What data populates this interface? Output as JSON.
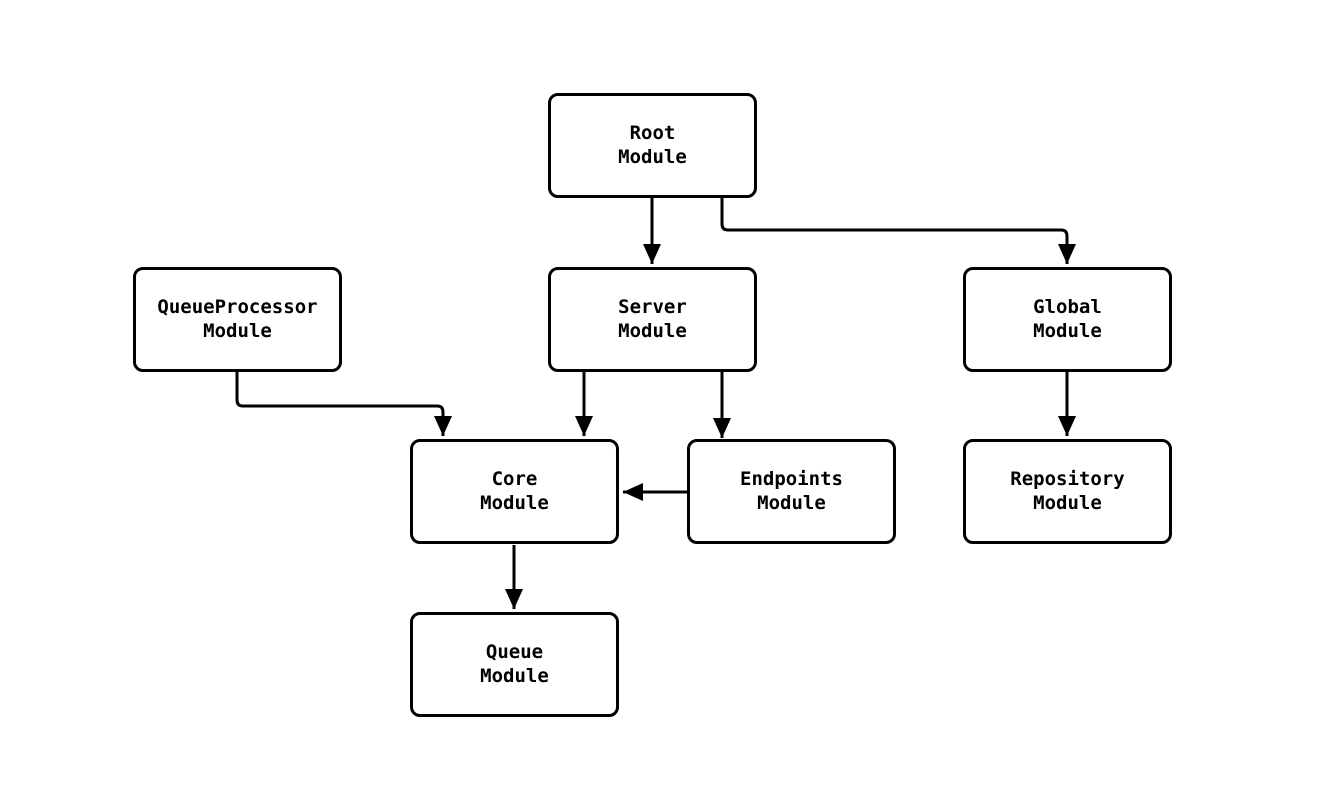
{
  "diagram": {
    "nodes": {
      "root": {
        "label": "Root\nModule"
      },
      "queueprocessor": {
        "label": "QueueProcessor\nModule"
      },
      "server": {
        "label": "Server\nModule"
      },
      "global": {
        "label": "Global\nModule"
      },
      "core": {
        "label": "Core\nModule"
      },
      "endpoints": {
        "label": "Endpoints\nModule"
      },
      "repository": {
        "label": "Repository\nModule"
      },
      "queue": {
        "label": "Queue\nModule"
      }
    },
    "edges": [
      {
        "from": "root",
        "to": "server"
      },
      {
        "from": "root",
        "to": "global"
      },
      {
        "from": "queueprocessor",
        "to": "core"
      },
      {
        "from": "server",
        "to": "core"
      },
      {
        "from": "server",
        "to": "endpoints"
      },
      {
        "from": "endpoints",
        "to": "core"
      },
      {
        "from": "global",
        "to": "repository"
      },
      {
        "from": "core",
        "to": "queue"
      }
    ],
    "colors": {
      "background": "#ffffff",
      "node_fill": "#ffffff",
      "stroke": "#000000",
      "text": "#000000"
    }
  }
}
